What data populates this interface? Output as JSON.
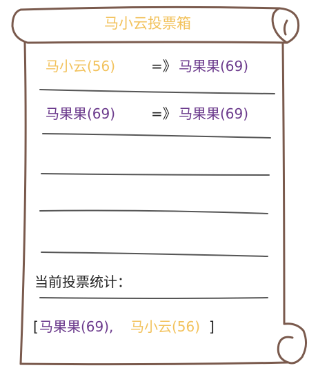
{
  "title": "马小云投票箱",
  "votes": [
    {
      "from": "马小云(56)",
      "arrow": "=》",
      "to": "马果果(69)"
    },
    {
      "from": "马果果(69)",
      "arrow": "=》",
      "to": "马果果(69)"
    }
  ],
  "stats_label": "当前投票统计：",
  "stats": {
    "open": "[",
    "item1": "马果果(69),",
    "item2": "马小云(56)",
    "close": "]"
  },
  "colors": {
    "accent_yellow": "#f2c25c",
    "accent_purple": "#6b3a8c",
    "border": "#7a5a4d"
  }
}
